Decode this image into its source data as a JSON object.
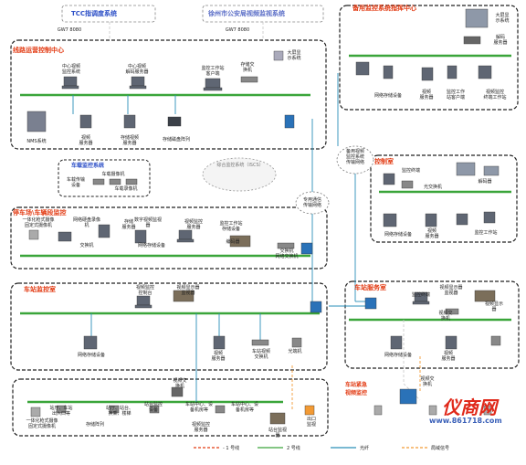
{
  "top": {
    "tcc_system": "TCC指调度系统",
    "police_system": "徐州市公安局视频监视系统",
    "gateway_left": "GW7 8080",
    "gateway_right": "GW7 8080"
  },
  "occ": {
    "title": "线路运营控制中心",
    "center_video_server": "中心视频\n监控系统",
    "center_decoder": "中心视频\n解码服务器",
    "workstation": "监控工作站\n客户端",
    "switch": "存储交\n换机",
    "big_screen": "大屏显\n示系统",
    "nms": "NMS系统",
    "video_server": "视频\n服务器",
    "recorder": "存储视频\n服务器",
    "storage": "存储磁盘阵列"
  },
  "backup": {
    "title": "备用监控系统指挥中心",
    "big_screen": "大屏显\n示系统",
    "decoder": "解码\n服务器",
    "storage": "网络存储设备",
    "video_server": "视频\n服务器",
    "workstation": "监控工作\n站客户端",
    "client": "视频监控\n终端工作站"
  },
  "vehicle": {
    "title": "车载监控系统",
    "item1": "车载传输\n设备",
    "item2": "车载摄像机",
    "item3": "车载录像机"
  },
  "iscs": "综合监控系统（ISCS）",
  "transport_network": "专用通信\n传输网络",
  "backup_network": "备用视频\n监控系统\n传输网络",
  "depot": {
    "title": "停车场\\车辆段监控",
    "camera_fixed": "一体化枪式摄像\n固定式摄像机",
    "encoder": "编码器",
    "switch": "交换机",
    "nvr": "网络硬盘录像\n机",
    "storage": "存储\n服务器",
    "storage_device": "网络存储设备",
    "video_server": "视频监控\n服务器",
    "monitor": "数字视频监视\n器",
    "workstation": "监控工作站\n存储设备",
    "net_switch": "交换机\n网络交换机"
  },
  "control_room": {
    "title": "控制室",
    "workstation": "监控终端",
    "net_switch": "光交换机",
    "decoder": "解码器",
    "video_server": "视频\n服务器",
    "storage": "网络存储设备",
    "client": "监控工作站"
  },
  "station": {
    "title": "车站监控室",
    "control": "视频监控\n控制台",
    "decoder": "视频显示器\n监视器",
    "storage": "网络存储设备",
    "server": "视频\n服务器",
    "switch": "车站视频\n交换机",
    "optical": "光端机"
  },
  "station_service": {
    "title": "车站服务室",
    "workstation": "监控终端",
    "decoder": "视频显示器\n监视器",
    "decoder2": "视频显示\n器",
    "storage": "网络存储设备",
    "server": "视频\n服务器",
    "net_switch": "视频交\n换机"
  },
  "field": {
    "cam1": "一体化枪式摄像\n固定式摄像机",
    "cam2": "站厅、车站\n出入口等",
    "cam3": "站厅、站台、\n换乘、楼梯",
    "cam4": "站台监控\n设备",
    "cam5": "车站中心、设\n备机房等",
    "cam6": "车站中心、设\n备机房等",
    "switch": "视频交\n换机",
    "decoder": "存储阵列",
    "decoder_all": "视频监控\n服务器",
    "platform": "站台监视\n器",
    "exit": "出口\n监视"
  },
  "station_eq": {
    "title": "车站紧急\n视频监控",
    "switch": "视频交\n换机"
  },
  "legend": {
    "l1": "- 1 号线",
    "l2": "2 号线",
    "l3": "光纤",
    "l4": "局域信号"
  },
  "watermark": {
    "brand": "仪商网",
    "url": "www.861718.com"
  }
}
